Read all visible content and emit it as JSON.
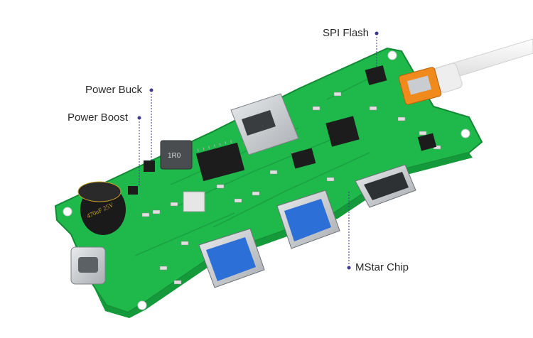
{
  "labels": {
    "spi_flash": "SPI Flash",
    "power_buck": "Power Buck",
    "power_boost": "Power Boost",
    "mstar_chip": "MStar Chip"
  },
  "silkscreen": {
    "inductor": "1R0",
    "capacitor": "470uF 25V"
  },
  "colors": {
    "pcb_green": "#1fb84a",
    "pcb_dark": "#149a3a",
    "callout_dot": "#3d3a8f",
    "usb_blue": "#2c6fd6",
    "chip_black": "#1c1c1c",
    "metal": "#c9cccf"
  }
}
